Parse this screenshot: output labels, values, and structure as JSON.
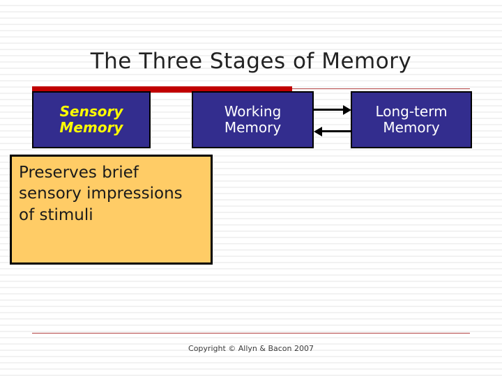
{
  "slide": {
    "title": "The Three Stages of Memory",
    "copyright": "Copyright © Allyn & Bacon 2007",
    "colors": {
      "box_fill": "#332D8E",
      "sensory_text": "#FFFF00",
      "box_text": "#FFFFFF",
      "red_bar": "#C00000",
      "callout_fill": "#FFCC66",
      "rule": "#B04040"
    },
    "stages": [
      {
        "name": "sensory-memory",
        "line1": "Sensory",
        "line2": "Memory"
      },
      {
        "name": "working-memory",
        "line1": "Working",
        "line2": "Memory"
      },
      {
        "name": "long-term-memory",
        "line1": "Long-term",
        "line2": "Memory"
      }
    ],
    "callout": {
      "text": "Preserves brief sensory impressions of stimuli"
    },
    "arrows": [
      {
        "name": "arrow-working-to-longterm",
        "direction": "right"
      },
      {
        "name": "arrow-longterm-to-working",
        "direction": "left"
      }
    ]
  }
}
